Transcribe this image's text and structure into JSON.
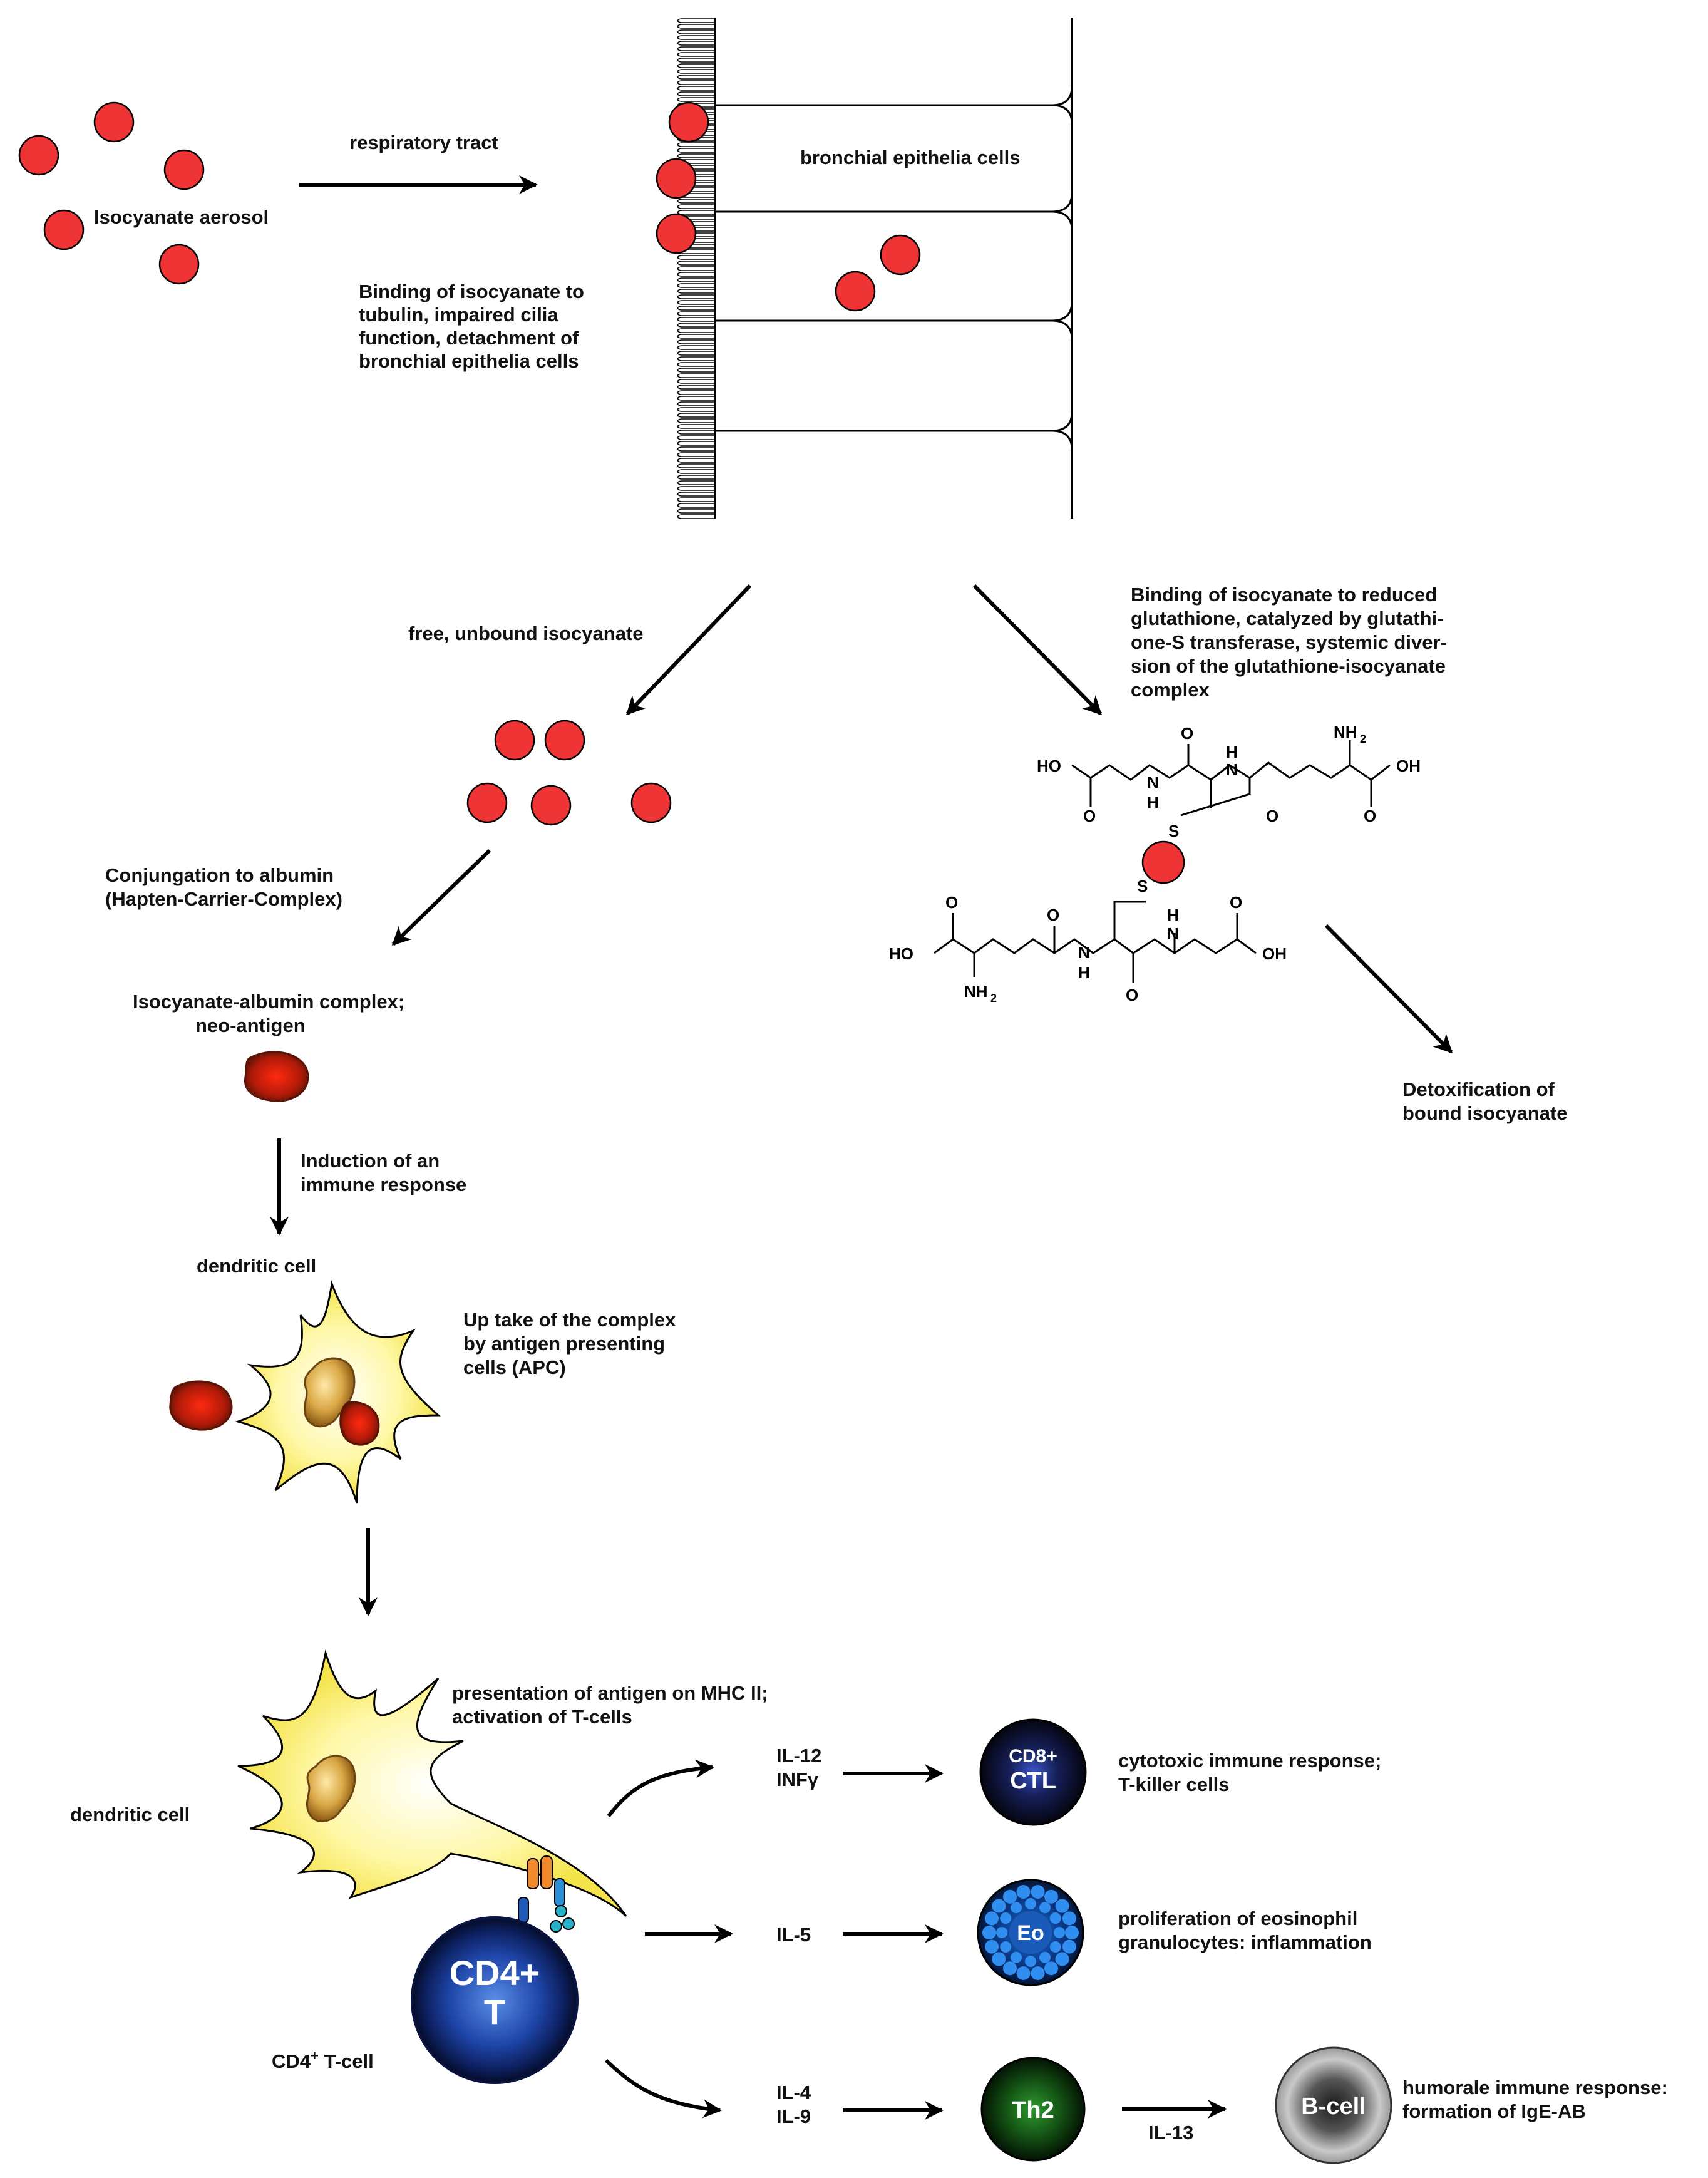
{
  "labels": {
    "isocyanate_aerosol": "Isocyanate aerosol",
    "respiratory_tract": "respiratory tract",
    "bronchial_cells": "bronchial epithelia cells",
    "binding_tubulin": [
      "Binding of isocyanate to",
      "tubulin, impaired cilia",
      "function, detachment of",
      "bronchial epithelia cells"
    ],
    "free_unbound": "free, unbound isocyanate",
    "binding_glutathione": [
      "Binding of isocyanate to reduced",
      "glutathione, catalyzed by glutathi-",
      "one-S transferase, systemic diver-",
      "sion of the glutathione-isocyanate",
      "complex"
    ],
    "conjugation": [
      "Conjungation to albumin",
      "(Hapten-Carrier-Complex)"
    ],
    "albumin_complex": [
      "Isocyanate-albumin complex;",
      "neo-antigen"
    ],
    "detoxification": [
      "Detoxification of",
      "bound isocyanate"
    ],
    "induction": [
      "Induction of an",
      "immune response"
    ],
    "dendritic_cell_1": "dendritic cell",
    "uptake": [
      "Up take of the complex",
      "by antigen presenting",
      "cells (APC)"
    ],
    "presentation": [
      "presentation of antigen on MHC II;",
      "activation of T-cells"
    ],
    "dendritic_cell_2": "dendritic cell",
    "cd4_tcell_label": "CD4",
    "cd4_tcell_sup": "+",
    "cd4_tcell_rest": " T-cell",
    "il12": "IL-12",
    "infg": "INFγ",
    "il5": "IL-5",
    "il4": "IL-4",
    "il9": "IL-9",
    "il13": "IL-13",
    "cytotoxic": [
      "cytotoxic immune response;",
      "T-killer cells"
    ],
    "eosinophil": [
      "proliferation of eosinophil",
      "granulocytes: inflammation"
    ],
    "humorale": [
      "humorale immune response:",
      "formation of IgE-AB"
    ]
  },
  "cells": {
    "cd8_line1": "CD8+",
    "cd8_line2": "CTL",
    "eo": "Eo",
    "th2": "Th2",
    "bcell": "B-cell",
    "cd4_line1": "CD4+",
    "cd4_line2": "T"
  },
  "chem": {
    "ho": "HO",
    "oh": "OH",
    "o": "O",
    "n": "N",
    "h": "H",
    "s": "S",
    "nh": "NH",
    "sub2": "2"
  },
  "colors": {
    "isocyanate": "#ee3434",
    "dendritic": "#fdf27a",
    "cd4": "#1f3f9c",
    "cd8": "#0d1a3a",
    "eosinophil": "#0b3d8a",
    "th2": "#1d5a1d",
    "bcell": "#555555"
  }
}
